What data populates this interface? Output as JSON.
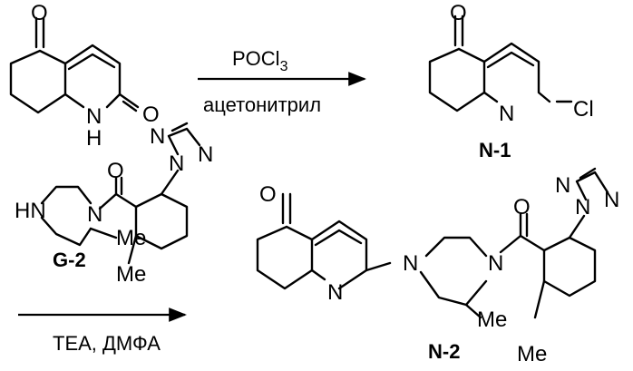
{
  "step1": {
    "reagent": "POCl",
    "reagent_subscript": "3",
    "solvent": "ацетонитрил",
    "product_label": "N-1"
  },
  "step2": {
    "reagent_label": "G-2",
    "conditions": "TEA, ДМФА",
    "product_label": "N-2"
  },
  "atoms": {
    "O": "O",
    "N": "N",
    "H": "H",
    "Cl": "Cl",
    "HN": "HN",
    "Me": "Me"
  }
}
